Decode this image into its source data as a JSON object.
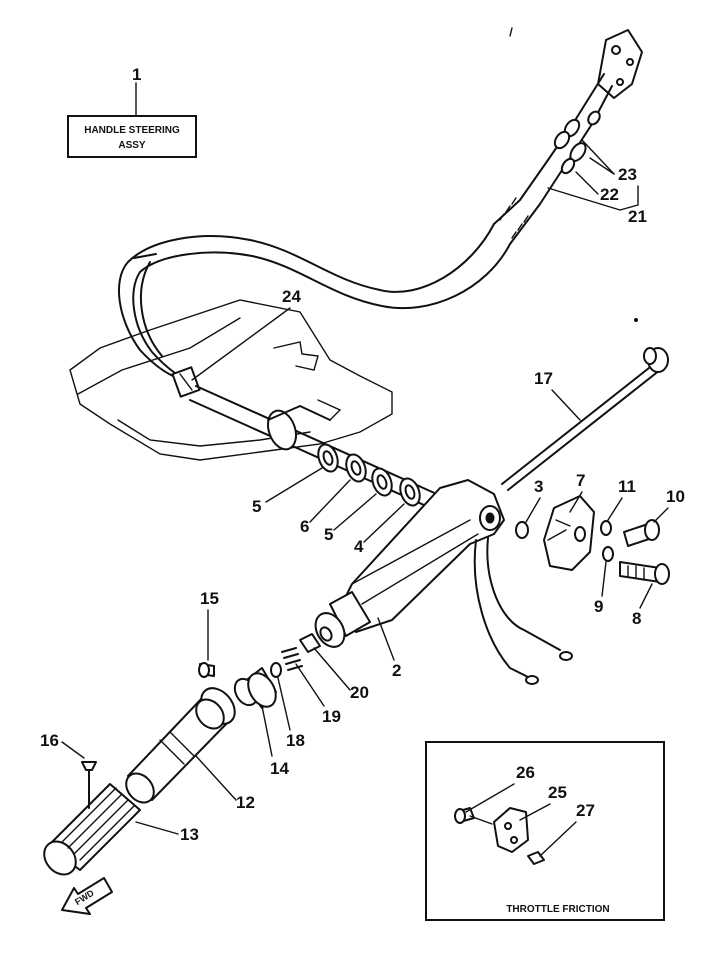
{
  "title_box": {
    "number": "1",
    "line1": "HANDLE STEERING",
    "line2": "ASSY"
  },
  "inset": {
    "caption": "THROTTLE FRICTION"
  },
  "arrow": {
    "label": "FWD"
  },
  "callouts": {
    "c2": "2",
    "c3": "3",
    "c4": "4",
    "c5a": "5",
    "c5b": "5",
    "c6": "6",
    "c7": "7",
    "c8": "8",
    "c9": "9",
    "c10": "10",
    "c11": "11",
    "c12": "12",
    "c13": "13",
    "c14": "14",
    "c15": "15",
    "c16": "16",
    "c17": "17",
    "c18": "18",
    "c19": "19",
    "c20": "20",
    "c21": "21",
    "c22": "22",
    "c23": "23",
    "c24": "24",
    "c25": "25",
    "c26": "26",
    "c27": "27"
  }
}
